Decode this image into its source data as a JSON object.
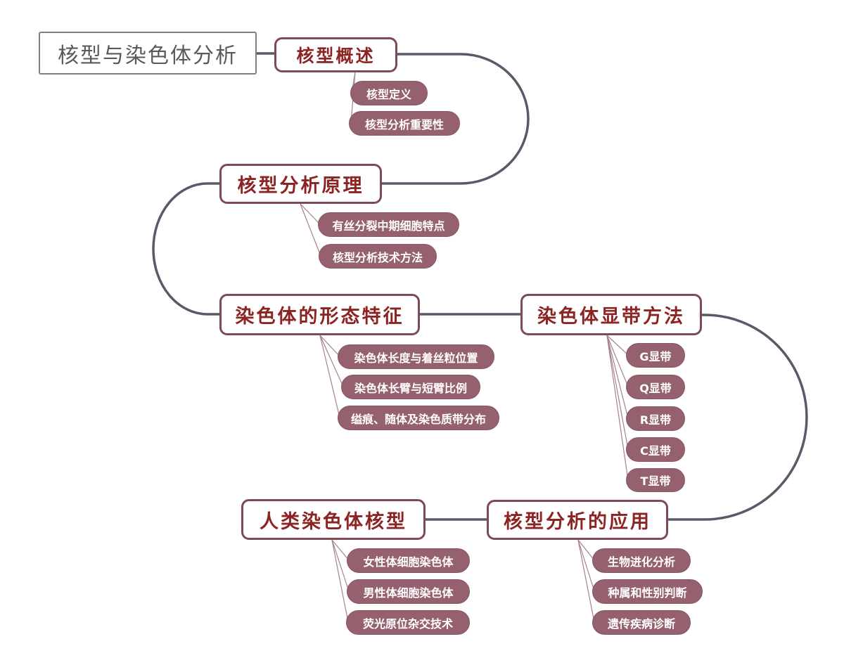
{
  "root": {
    "label": "核型与染色体分析"
  },
  "topics": [
    {
      "label": "核型概述",
      "children": [
        "核型定义",
        "核型分析重要性"
      ]
    },
    {
      "label": "核型分析原理",
      "children": [
        "有丝分裂中期细胞特点",
        "核型分析技术方法"
      ]
    },
    {
      "label": "染色体的形态特征",
      "children": [
        "染色体长度与着丝粒位置",
        "染色体长臂与短臂比例",
        "缢痕、随体及染色质带分布"
      ]
    },
    {
      "label": "染色体显带方法",
      "children": [
        "G显带",
        "Q显带",
        "R显带",
        "C显带",
        "T显带"
      ]
    },
    {
      "label": "核型分析的应用",
      "children": [
        "生物进化分析",
        "种属和性别判断",
        "遗传疾病诊断"
      ]
    },
    {
      "label": "人类染色体核型",
      "children": [
        "女性体细胞染色体",
        "男性体细胞染色体",
        "荧光原位杂交技术"
      ]
    }
  ],
  "colors": {
    "topic_border": "#7d4a57",
    "topic_text": "#8b2423",
    "root_border": "#7f7f7f",
    "root_text": "#595959",
    "pill_background": "#96616e",
    "pill_text": "#ffffff",
    "main_connector": "#565b69",
    "branch_connector": "#a8808d",
    "background": "#ffffff"
  }
}
